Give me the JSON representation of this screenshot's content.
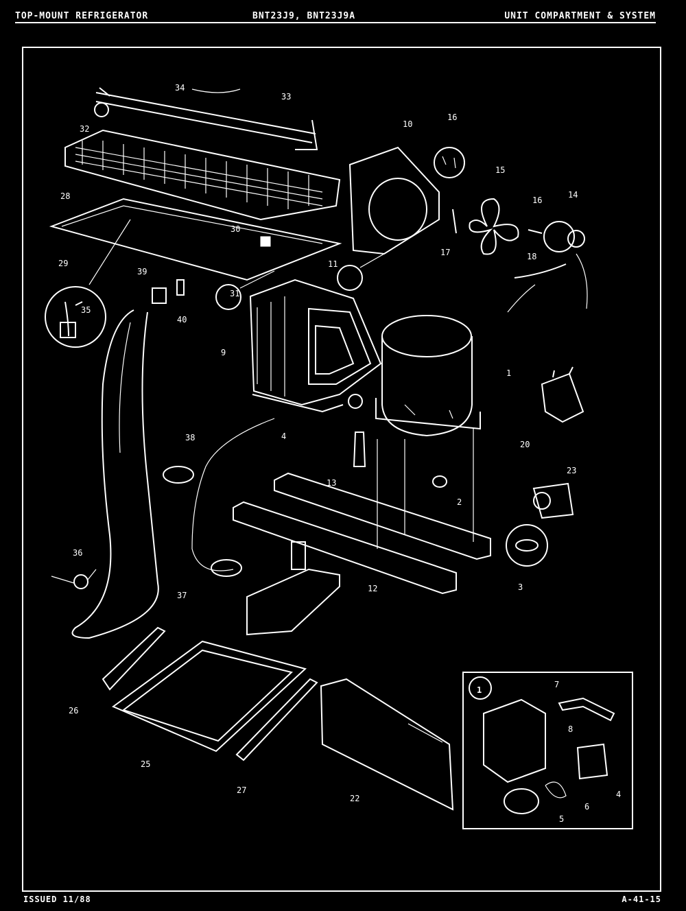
{
  "header": {
    "left": "TOP-MOUNT REFRIGERATOR",
    "center": "BNT23J9, BNT23J9A",
    "right": "UNIT COMPARTMENT & SYSTEM"
  },
  "footer": {
    "issued": "ISSUED 11/88",
    "page_code": "A-41-15"
  },
  "callouts": {
    "c1": "1",
    "c2": "2",
    "c3": "3",
    "c4": "4",
    "c5": "5",
    "c6": "6",
    "c7": "7",
    "c8": "8",
    "c9": "9",
    "c10": "10",
    "c11": "11",
    "c12": "12",
    "c13": "13",
    "c14": "14",
    "c15": "15",
    "c16": "16",
    "c17": "17",
    "c18": "18",
    "c20": "20",
    "c22": "22",
    "c23": "23",
    "c25": "25",
    "c26": "26",
    "c27": "27",
    "c28": "28",
    "c29": "29",
    "c30": "30",
    "c31": "31",
    "c32": "32",
    "c33": "33",
    "c34": "34",
    "c35": "35",
    "c36": "36",
    "c37": "37",
    "c38": "38",
    "c39": "39",
    "c40": "40",
    "inset": "1"
  }
}
